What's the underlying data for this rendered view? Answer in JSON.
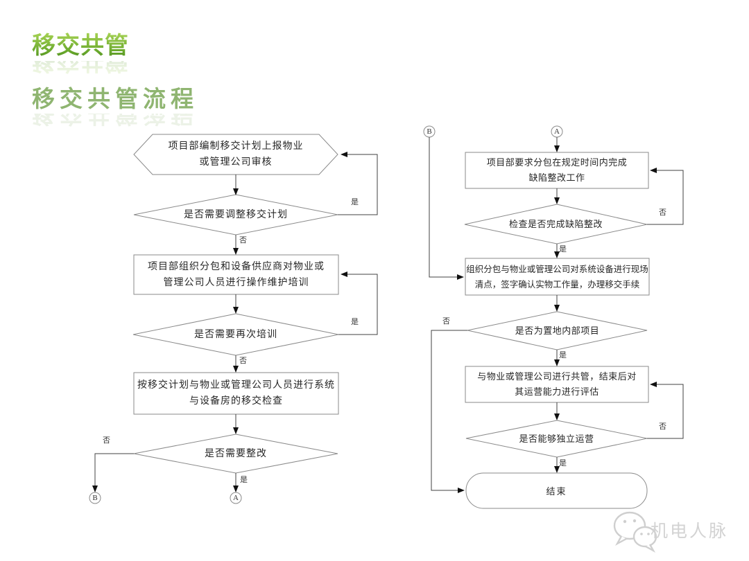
{
  "titles": {
    "main": "移交共管",
    "sub": "移交共管流程"
  },
  "labels": {
    "yes": "是",
    "no": "否"
  },
  "connectors": {
    "a": "A",
    "b": "B"
  },
  "colors": {
    "title_green": "#74b238",
    "subtitle_green": "#8fb571",
    "line": "#404040",
    "box_border": "#8a8a8a",
    "watermark_gray": "#d3d3d3"
  },
  "flow": {
    "left": {
      "start": {
        "lines": [
          "项目部编制移交计划上报物业",
          "或管理公司审核"
        ]
      },
      "d1": {
        "label": "是否需要调整移交计划"
      },
      "p1": {
        "lines": [
          "项目部组织分包和设备供应商对物业或",
          "管理公司人员进行操作维护培训"
        ]
      },
      "d2": {
        "label": "是否需要再次培训"
      },
      "p2": {
        "lines": [
          "按移交计划与物业或管理公司人员进行系统",
          "与设备房的移交检查"
        ]
      },
      "d3": {
        "label": "是否需要整改"
      }
    },
    "right": {
      "p1": {
        "lines": [
          "项目部要求分包在规定时间内完成",
          "缺陷整改工作"
        ]
      },
      "d1": {
        "label": "检查是否完成缺陷整改"
      },
      "p2": {
        "lines": [
          "组织分包与物业或管理公司对系统设备进行现场",
          "清点，签字确认实物工作量，办理移交手续"
        ]
      },
      "d2": {
        "label": "是否为置地内部项目"
      },
      "p3": {
        "lines": [
          "与物业或管理公司进行共管，结束后对",
          "其运营能力进行评估"
        ]
      },
      "d3": {
        "label": "是否能够独立运营"
      },
      "end": {
        "label": "结束"
      }
    }
  },
  "watermark": {
    "name": "机电人脉"
  }
}
